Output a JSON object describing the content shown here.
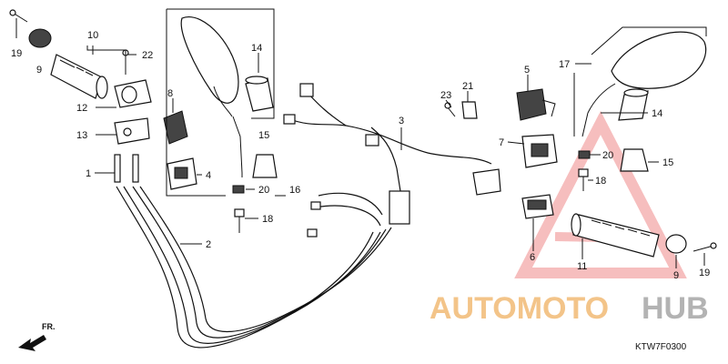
{
  "diagram": {
    "callouts": {
      "c1": "1",
      "c2": "2",
      "c3": "3",
      "c4": "4",
      "c5": "5",
      "c6": "6",
      "c7": "7",
      "c8": "8",
      "c9_left": "9",
      "c9_right": "9",
      "c10": "10",
      "c11": "11",
      "c12": "12",
      "c13": "13",
      "c14_left": "14",
      "c14_right": "14",
      "c15_left": "15",
      "c15_right": "15",
      "c16": "16",
      "c17": "17",
      "c18_left": "18",
      "c18_right": "18",
      "c19_left": "19",
      "c19_right": "19",
      "c20_left": "20",
      "c20_right": "20",
      "c21": "21",
      "c22": "22",
      "c23": "23"
    },
    "front_indicator": "FR.",
    "drawing_code": "KTW7F0300"
  },
  "watermark": {
    "part1": "AUTOMOTO",
    "part2": "HUB",
    "colors": {
      "auto": "#f3c489",
      "hub": "#b3b3b3",
      "triangle": "#f2a0a0"
    }
  }
}
